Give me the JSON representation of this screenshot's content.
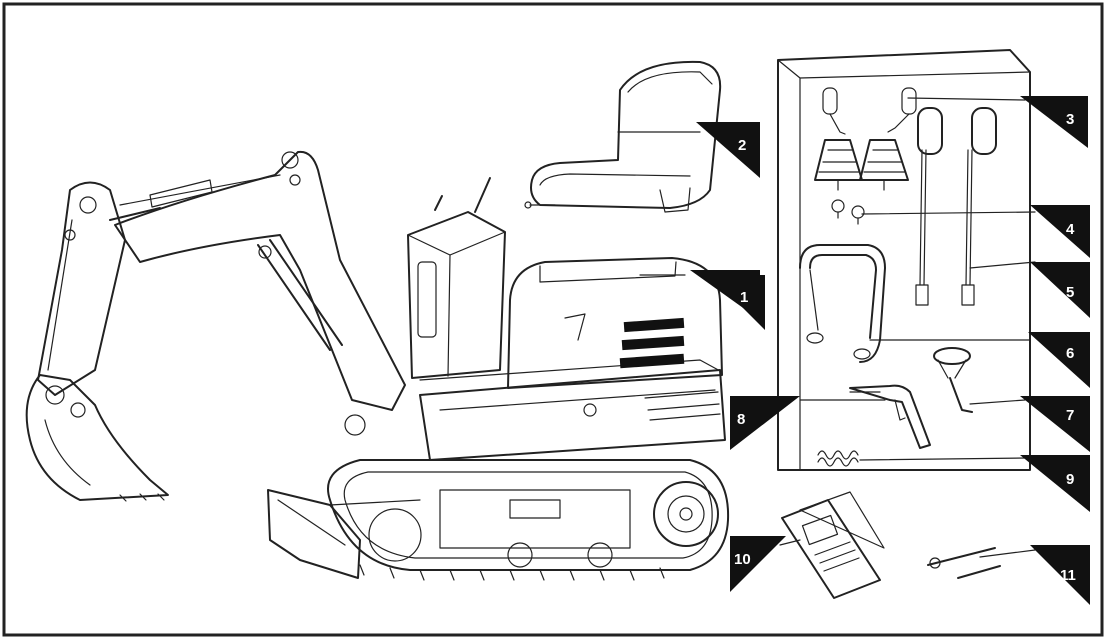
{
  "diagram": {
    "callouts": [
      {
        "id": 1,
        "label": "1",
        "part": "engine-cover"
      },
      {
        "id": 2,
        "label": "2",
        "part": "seat"
      },
      {
        "id": 3,
        "label": "3",
        "part": "control-levers"
      },
      {
        "id": 4,
        "label": "4",
        "part": "knobs"
      },
      {
        "id": 5,
        "label": "5",
        "part": "mirrors"
      },
      {
        "id": 6,
        "label": "6",
        "part": "roll-bar"
      },
      {
        "id": 7,
        "label": "7",
        "part": "funnel"
      },
      {
        "id": 8,
        "label": "8",
        "part": "grease-gun"
      },
      {
        "id": 9,
        "label": "9",
        "part": "spring"
      },
      {
        "id": 10,
        "label": "10",
        "part": "manual"
      },
      {
        "id": 11,
        "label": "11",
        "part": "tool"
      }
    ]
  }
}
